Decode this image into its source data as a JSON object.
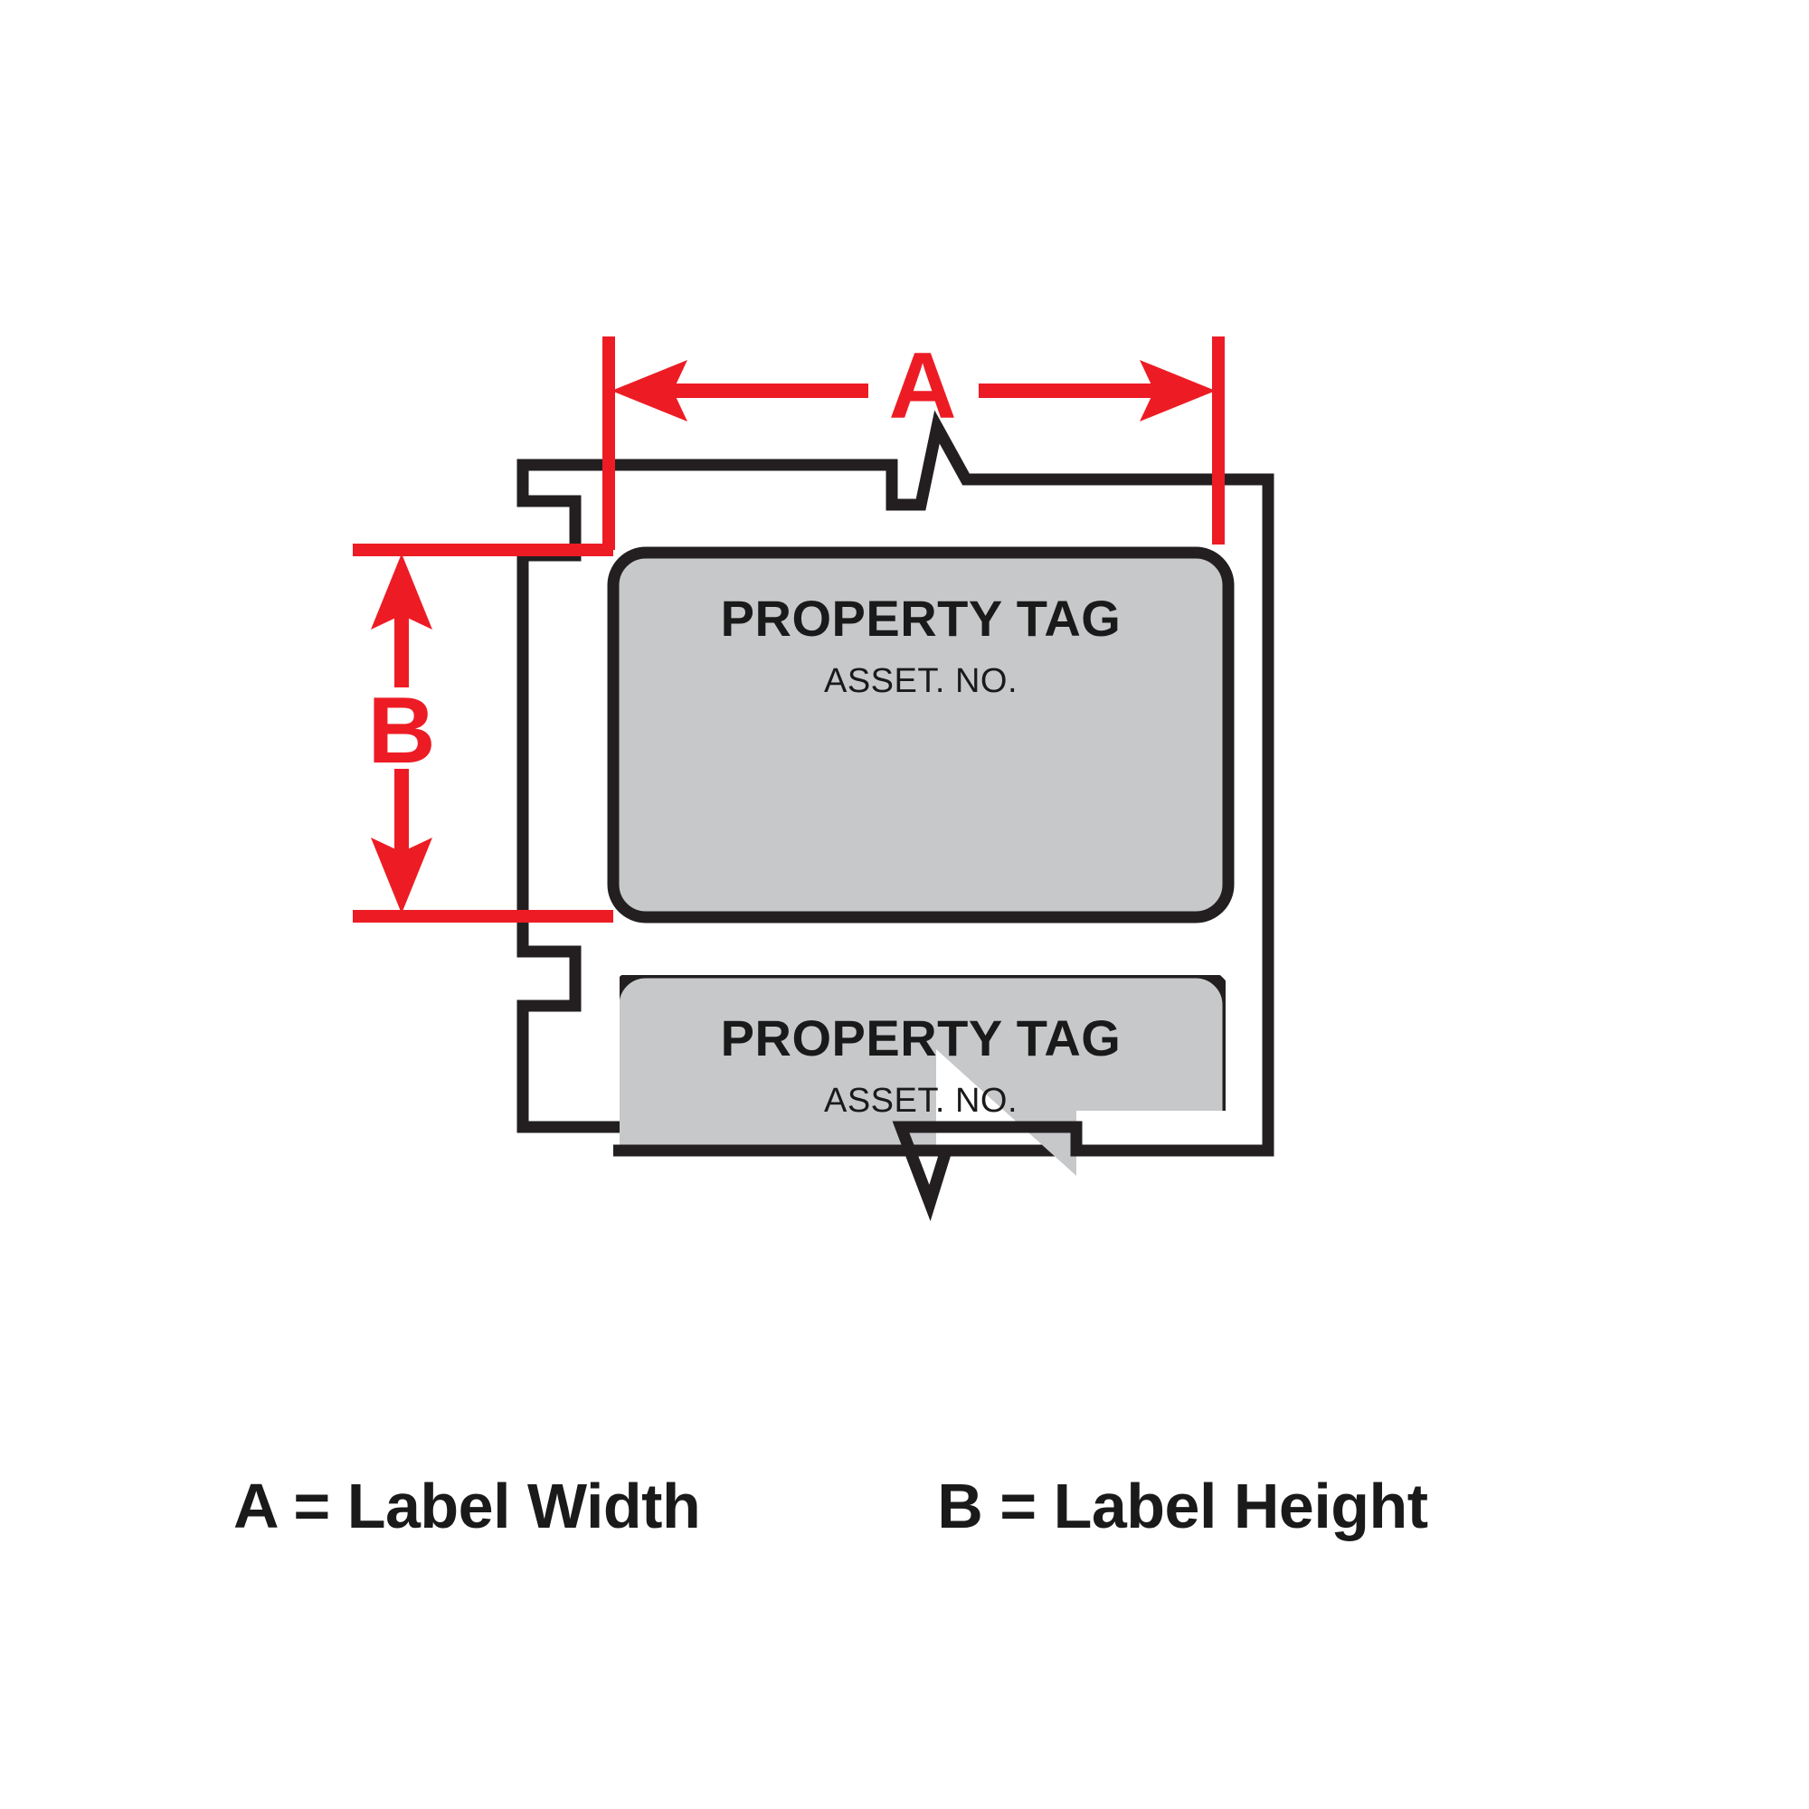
{
  "diagram": {
    "title_semantic": "label-dimension-diagram",
    "colors": {
      "dimension_red": "#ED1C24",
      "outline_black": "#231F20",
      "label_gray": "#C7C8CA",
      "background_white": "#FFFFFF"
    },
    "dimension_markers": [
      {
        "id": "A",
        "letter": "A",
        "orientation": "horizontal",
        "meaning": "Label Width"
      },
      {
        "id": "B",
        "letter": "B",
        "orientation": "vertical",
        "meaning": "Label Height"
      }
    ],
    "labels": [
      {
        "id": "label-top",
        "title": "PROPERTY TAG",
        "subtitle": "ASSET. NO."
      },
      {
        "id": "label-bottom",
        "title": "PROPERTY TAG",
        "subtitle": "ASSET. NO."
      }
    ]
  },
  "legend": {
    "items": [
      {
        "key": "A",
        "text": "A = Label Width"
      },
      {
        "key": "B",
        "text": "B = Label Height"
      }
    ]
  }
}
